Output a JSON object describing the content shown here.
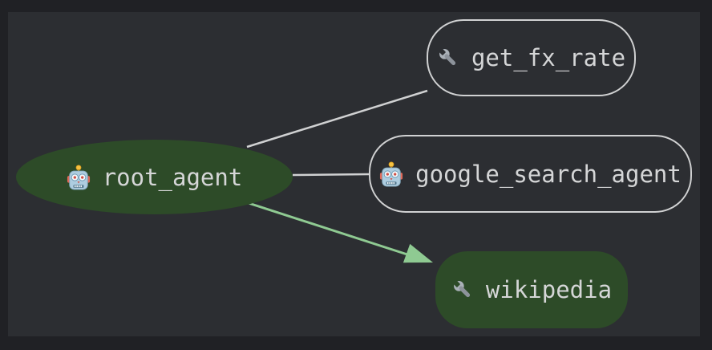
{
  "window": {
    "frame_background": "#202125",
    "canvas_background": "#2c2e32"
  },
  "diagram": {
    "type": "agent-graph",
    "colors": {
      "node_fill": "#2d4b28",
      "node_border": "#d0d1d2",
      "edge": "#d0d1d2",
      "highlight": "#8fca92",
      "label": "#d5d6d7"
    },
    "nodes": [
      {
        "id": "root_agent",
        "label": "root_agent",
        "icon": "robot-icon",
        "shape": "ellipse",
        "filled": true
      },
      {
        "id": "get_fx_rate",
        "label": "get_fx_rate",
        "icon": "wrench-icon",
        "shape": "rounded-rect",
        "filled": false
      },
      {
        "id": "google_search_agent",
        "label": "google_search_agent",
        "icon": "robot-icon",
        "shape": "rounded-rect",
        "filled": false
      },
      {
        "id": "wikipedia",
        "label": "wikipedia",
        "icon": "wrench-icon",
        "shape": "rounded-rect",
        "filled": true
      }
    ],
    "edges": [
      {
        "from": "root_agent",
        "to": "get_fx_rate",
        "arrow": false,
        "highlighted": false
      },
      {
        "from": "root_agent",
        "to": "google_search_agent",
        "arrow": false,
        "highlighted": false
      },
      {
        "from": "root_agent",
        "to": "wikipedia",
        "arrow": true,
        "highlighted": true
      }
    ]
  }
}
